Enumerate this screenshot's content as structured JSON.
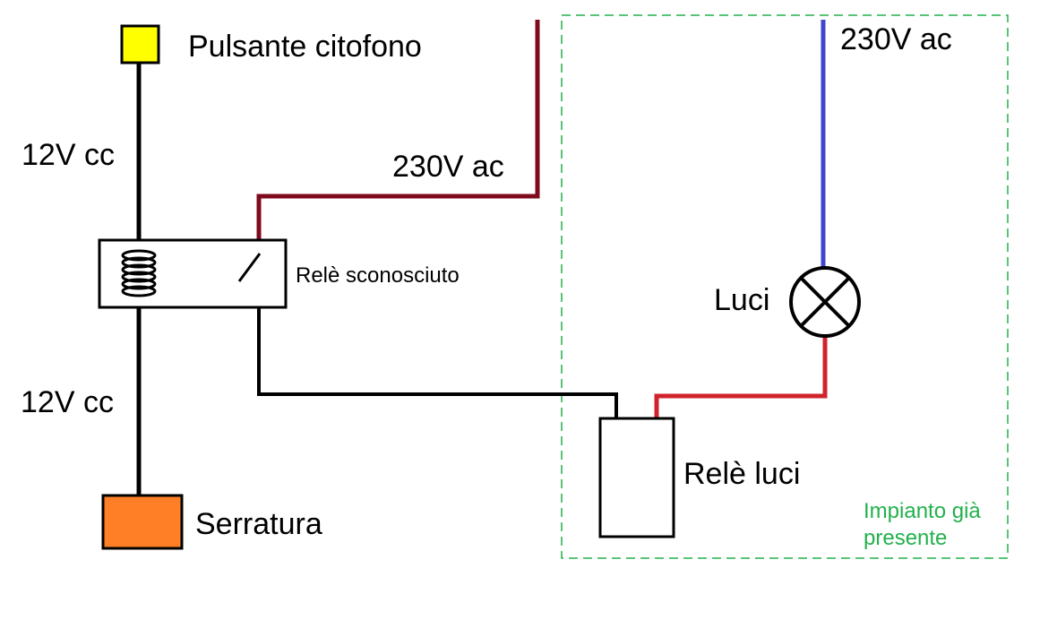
{
  "labels": {
    "pulsante_citofono": "Pulsante citofono",
    "v12_top": "12V cc",
    "v12_bottom": "12V cc",
    "v230_left": "230V ac",
    "v230_right": "230V ac",
    "rele_sconosciuto": "Relè sconosciuto",
    "luci": "Luci",
    "rele_luci": "Relè luci",
    "serratura": "Serratura",
    "impianto_line1": "Impianto già",
    "impianto_line2": "presente"
  },
  "colors": {
    "pulsante_fill": "#ffff00",
    "serratura_fill": "#ff7f27",
    "wire_black": "#000000",
    "wire_dark_red": "#7f0a1e",
    "wire_red": "#d0242c",
    "wire_blue": "#3f48cc",
    "existing_system_border": "#22b14c"
  }
}
